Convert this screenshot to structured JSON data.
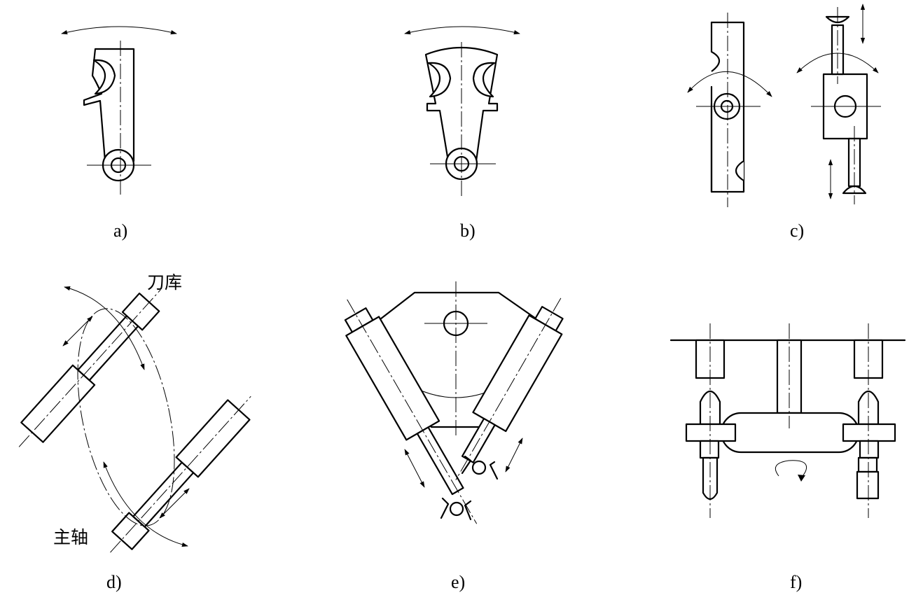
{
  "panels": [
    {
      "id": "a",
      "caption": "a)"
    },
    {
      "id": "b",
      "caption": "b)"
    },
    {
      "id": "c",
      "caption": "c)"
    },
    {
      "id": "d",
      "caption": "d)",
      "labels": {
        "tool_magazine": "刀库",
        "spindle": "主轴"
      }
    },
    {
      "id": "e",
      "caption": "e)"
    },
    {
      "id": "f",
      "caption": "f)"
    }
  ]
}
